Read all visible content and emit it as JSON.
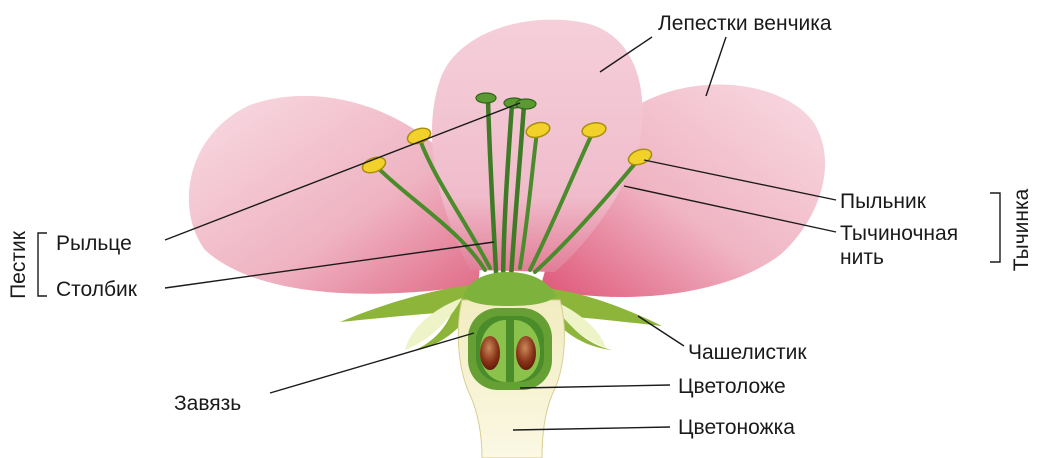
{
  "labels": {
    "petals": "Лепестки венчика",
    "anther": "Пыльник",
    "filament_line1": "Тычиночная",
    "filament_line2": "нить",
    "stamen_group": "Тычинка",
    "pistil_group": "Пестик",
    "stigma": "Рыльце",
    "style": "Столбик",
    "sepal": "Чашелистик",
    "receptacle": "Цветоложе",
    "ovary": "Завязь",
    "pedicel": "Цветоножка"
  },
  "colors": {
    "petal_light": "#f6d3dd",
    "petal_mid": "#eeaabb",
    "petal_deep": "#e0607e",
    "sepal_green": "#7aa52c",
    "sepal_light": "#eef3c8",
    "stem_cream": "#f6f2d2",
    "pistil_green": "#4e8a2a",
    "ovule_brown": "#6b1f12",
    "anther_yellow": "#f2d22a",
    "text": "#1a1a1a"
  }
}
